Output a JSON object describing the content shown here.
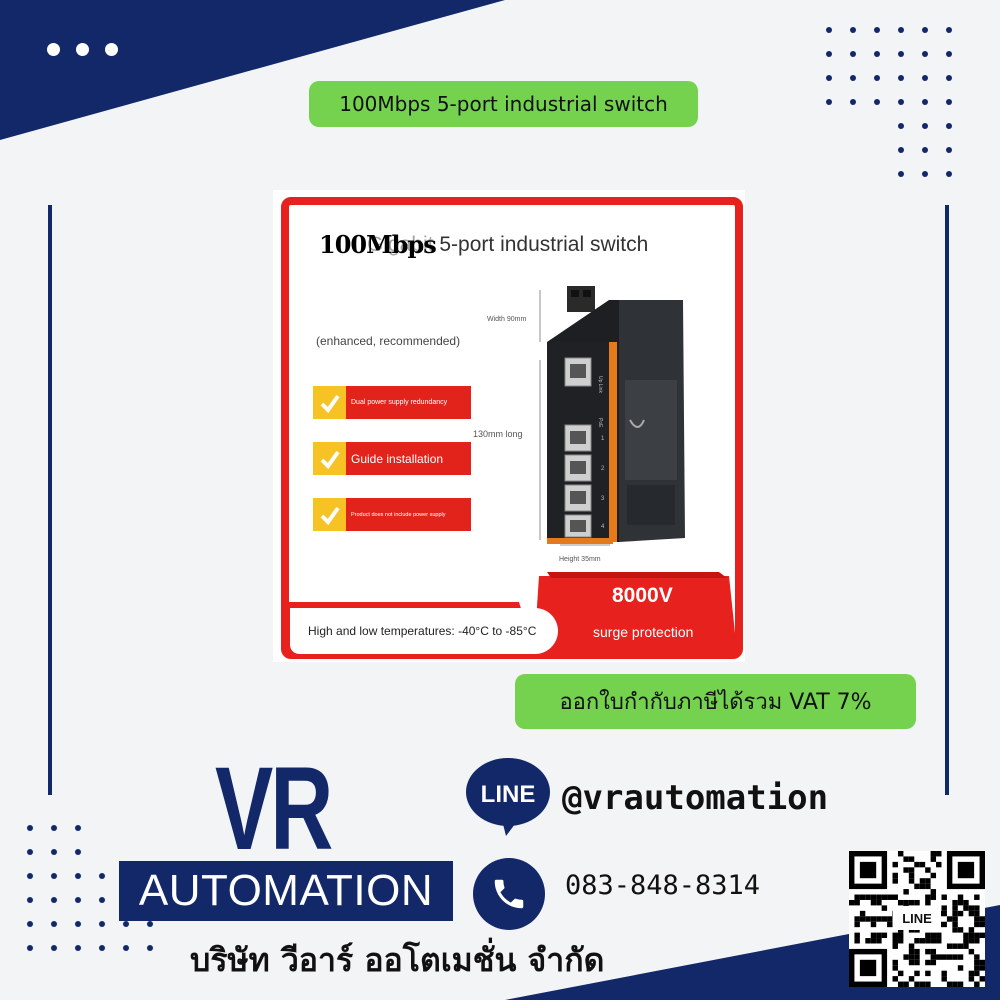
{
  "header": {
    "title": "100Mbps 5-port industrial switch"
  },
  "product_image": {
    "title_overlay": "100Mbps",
    "title_under": "Gigabit 5-port industrial switch",
    "subtitle": "(enhanced, recommended)",
    "features": [
      "Dual power supply redundancy",
      "Guide installation",
      "Product does not include power supply"
    ],
    "dim_width": "Width 90mm",
    "dim_long": "130mm long",
    "dim_height": "Height 35mm",
    "surge_value": "8000V",
    "surge_label": "surge protection",
    "temperature": "High and low temperatures: -40°C to -85°C",
    "port_labels": [
      "Up Link",
      "PoE",
      "1",
      "2",
      "3",
      "4"
    ]
  },
  "vat_note": "ออกใบกำกับภาษีได้รวม VAT 7%",
  "brand": {
    "vr": "VR",
    "automation": "AUTOMATION",
    "company_thai": "บริษัท วีอาร์ ออโตเมชั่น จำกัด"
  },
  "contact": {
    "line_badge": "LINE",
    "line_id": "@vrautomation",
    "phone": "083-848-8314"
  },
  "qr": {
    "label": "LINE"
  },
  "colors": {
    "navy": "#122868",
    "green": "#74d24e",
    "red": "#e7221e",
    "check_yellow": "#f6c224"
  }
}
